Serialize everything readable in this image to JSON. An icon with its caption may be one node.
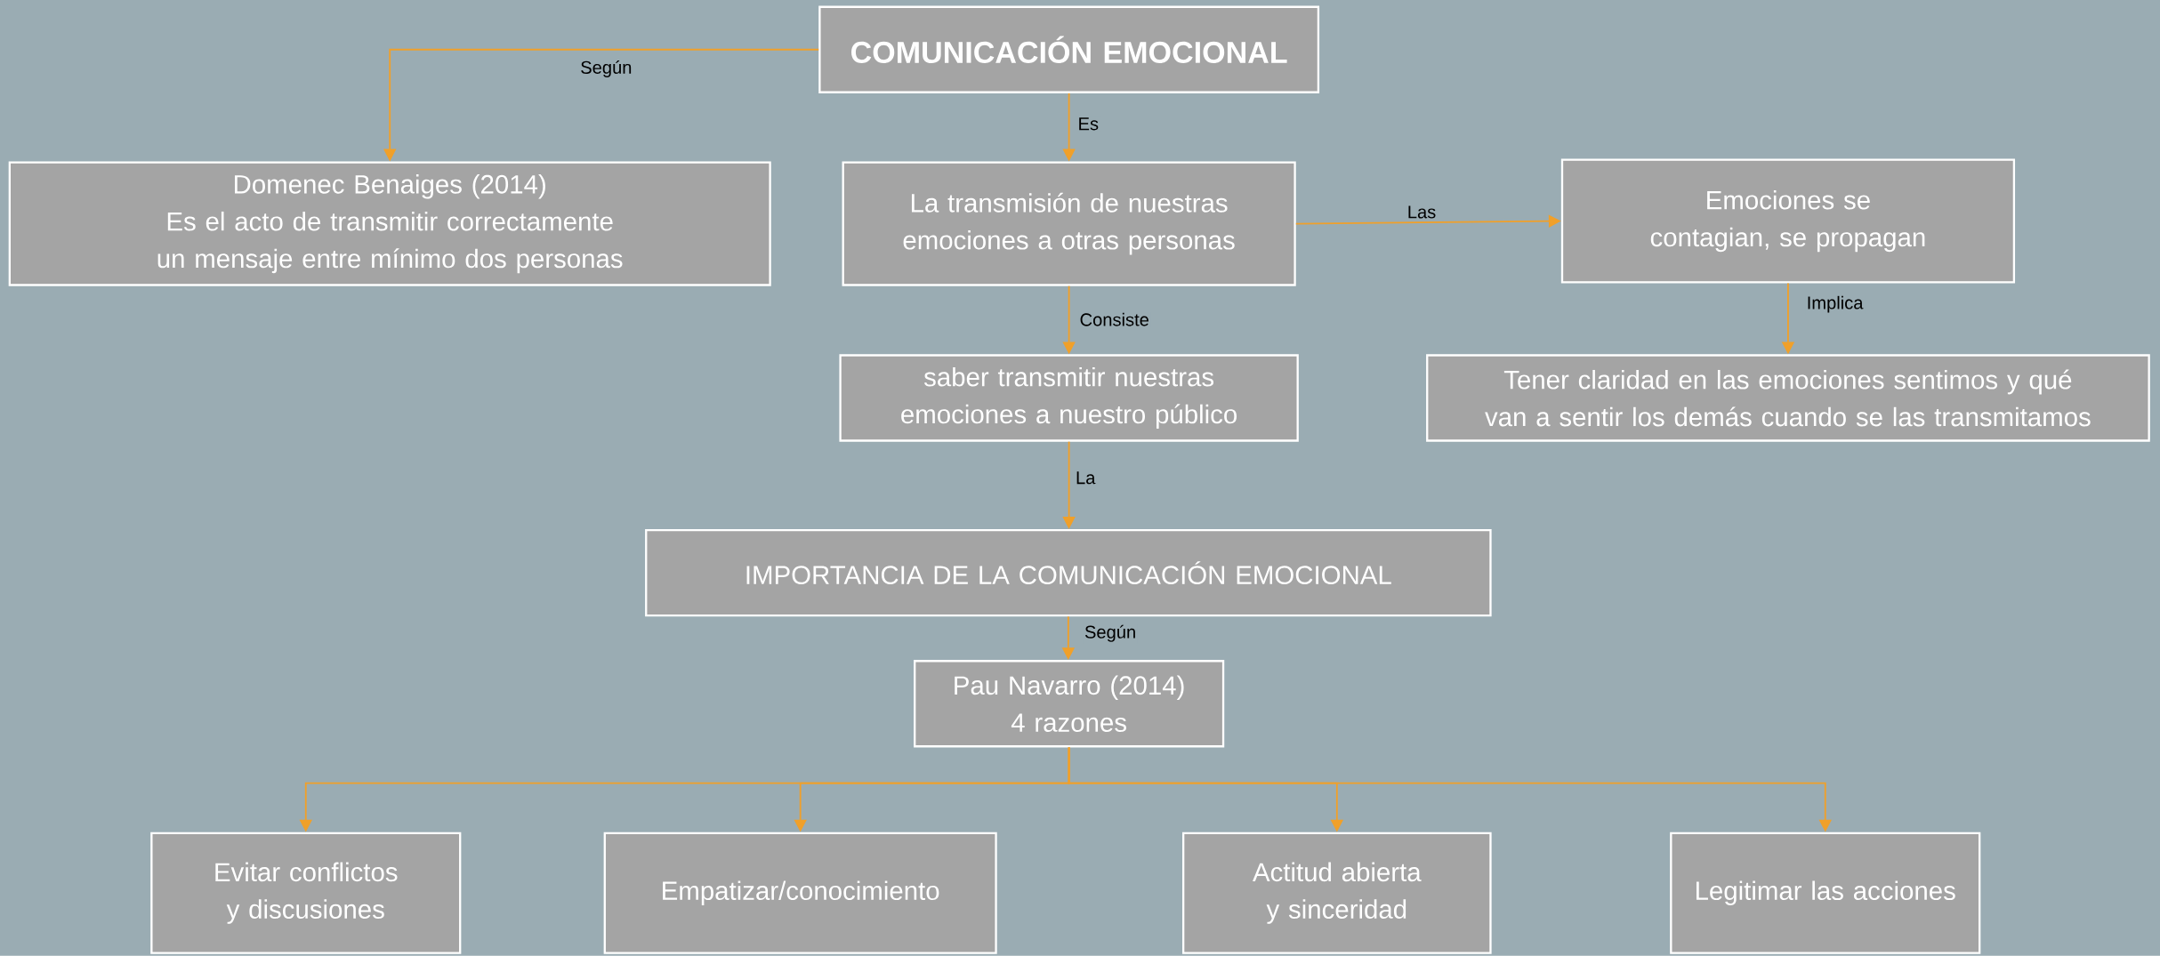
{
  "diagram": {
    "nodes": [
      {
        "text": [
          "COMUNICACIÓN EMOCIONAL"
        ]
      },
      {
        "text": [
          "Domenec Benaiges (2014)",
          "Es el acto de transmitir correctamente un mensaje entre mínimo dos personas"
        ]
      },
      {
        "text": [
          "La transmisión de nuestras emociones a otras personas"
        ]
      },
      {
        "text": [
          "Emociones se contagian, se propagan"
        ]
      },
      {
        "text": [
          "saber transmitir nuestras emociones a nuestro público"
        ]
      },
      {
        "text": [
          "Tener claridad en las emociones sentimos y qué van a sentir los demás cuando se las transmitamos"
        ]
      },
      {
        "text": [
          "IMPORTANCIA DE LA COMUNICACIÓN EMOCIONAL"
        ]
      },
      {
        "text": [
          "Pau Navarro (2014)",
          "4 razones"
        ]
      },
      {
        "text": [
          "Evitar conflictos y discusiones"
        ]
      },
      {
        "text": [
          "Empatizar/conocimiento"
        ]
      },
      {
        "text": [
          "Actitud abierta y sinceridad"
        ]
      },
      {
        "text": [
          "Legitimar las acciones"
        ]
      }
    ],
    "edges": [
      {
        "from": 0,
        "to": 1,
        "arrow": "to",
        "label": "Según"
      },
      {
        "from": 0,
        "to": 2,
        "arrow": "to",
        "label": "Es"
      },
      {
        "from": 2,
        "to": 3,
        "arrow": "to",
        "label": "Las"
      },
      {
        "from": 3,
        "to": 5,
        "arrow": "to",
        "label": "Implica"
      },
      {
        "from": 2,
        "to": 4,
        "arrow": "to",
        "label": "Consiste"
      },
      {
        "from": 4,
        "to": 6,
        "arrow": "to",
        "label": "La"
      },
      {
        "from": 6,
        "to": 7,
        "arrow": "to",
        "label": "Según"
      },
      {
        "from": 7,
        "to": 8,
        "arrow": "to"
      },
      {
        "from": 7,
        "to": 9,
        "arrow": "to"
      },
      {
        "from": 7,
        "to": 10,
        "arrow": "to"
      },
      {
        "from": 7,
        "to": 11,
        "arrow": "to"
      }
    ]
  }
}
